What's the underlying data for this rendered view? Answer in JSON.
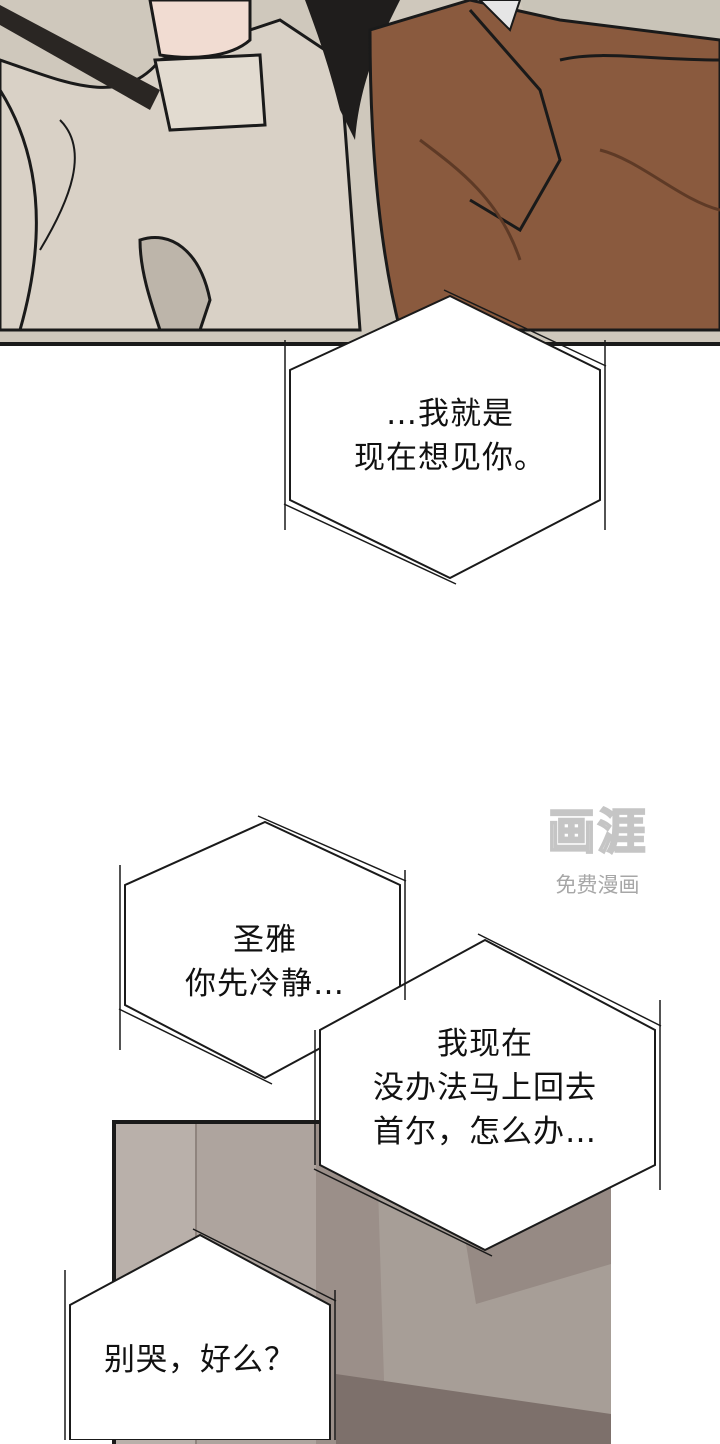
{
  "bubbles": [
    {
      "id": "b1",
      "text": "…我就是\n现在想见你。"
    },
    {
      "id": "b2",
      "text": "圣雅\n你先冷静…"
    },
    {
      "id": "b3",
      "text": "我现在\n没办法马上回去\n首尔，怎么办…"
    },
    {
      "id": "b4",
      "text": "别哭，好么？"
    }
  ],
  "watermark": {
    "logo": "画涯",
    "subtitle": "免费漫画"
  },
  "colors": {
    "line": "#1a1a1a",
    "coat_brown": "#8a5a3e",
    "coat_beige": "#d9d1c6",
    "wall": "#a79e97"
  }
}
